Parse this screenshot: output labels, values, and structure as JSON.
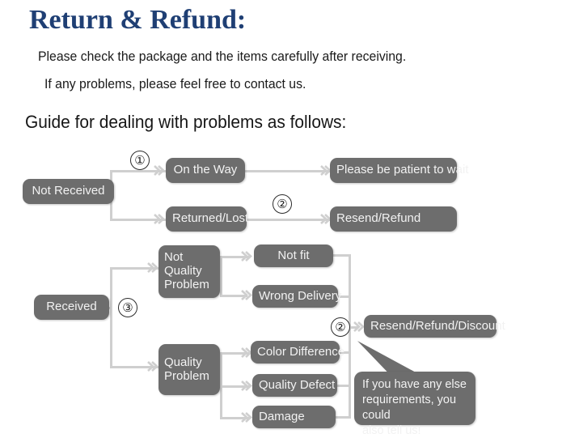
{
  "header": {
    "title": "Return & Refund:",
    "line1": "Please check the package and the items carefully after receiving.",
    "line2": "If any problems, please feel free to contact us.",
    "guide_heading": "Guide for dealing with problems as follows:"
  },
  "colors": {
    "title": "#1F3F74",
    "node_fill": "#6d6d6d",
    "node_text": "#f2f2f2",
    "connector": "#cfcfcf",
    "background": "#ffffff"
  },
  "flowchart": {
    "markers": {
      "one": "①",
      "two_top": "②",
      "three": "③",
      "two_bottom": "②"
    },
    "nodes": {
      "not_received": "Not Received",
      "on_the_way": "On the Way",
      "returned_lost": "Returned/Lost",
      "please_wait": "Please be patient to wait",
      "resend_refund": "Resend/Refund",
      "received": "Received",
      "not_quality_problem": "Not\nQuality\nProblem",
      "not_quality_problem_l1": "Not",
      "not_quality_problem_l2": "Quality",
      "not_quality_problem_l3": "Problem",
      "quality_problem_l1": "Quality",
      "quality_problem_l2": "Problem",
      "not_fit": "Not fit",
      "wrong_delivery": "Wrong Delivery",
      "color_difference": "Color Difference",
      "quality_defect": "Quality Defect",
      "damage": "Damage",
      "resend_refund_discount": "Resend/Refund/Discount"
    },
    "callout": {
      "line1": "If you have any else",
      "line2": "requirements, you could",
      "line3": "also tell us!"
    }
  }
}
